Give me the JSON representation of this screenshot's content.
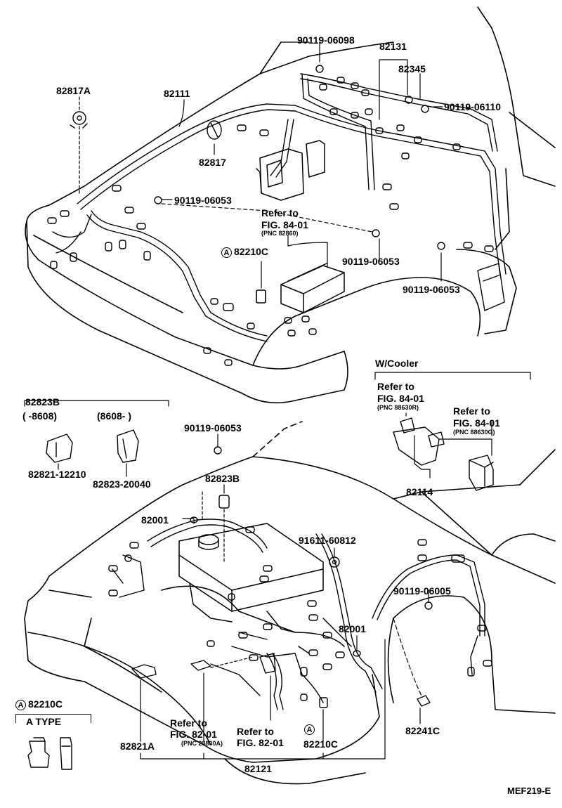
{
  "labels": {
    "p_82817A": "82817A",
    "p_82111": "82111",
    "p_90119_06098": "90119-06098",
    "p_82131": "82131",
    "p_82345": "82345",
    "p_90119_06110": "90119-06110",
    "p_82817": "82817",
    "p_90119_06053_a": "90119-06053",
    "refer_top_1": "Refer to",
    "refer_top_2": "FIG. 84-01",
    "refer_top_pnc": "(PNC 82860)",
    "circle_a": "A",
    "p_82210C_top": "82210C",
    "p_90119_06053_b": "90119-06053",
    "p_90119_06053_c": "90119-06053",
    "wcooler": "W/Cooler",
    "refer_c1_1": "Refer to",
    "refer_c1_2": "FIG. 84-01",
    "refer_c1_pnc": "(PNC 88630R)",
    "refer_c2_1": "Refer to",
    "refer_c2_2": "FIG. 84-01",
    "refer_c2_pnc": "(PNC 88630G)",
    "p_82114": "82114",
    "p_82823B_group": "82823B",
    "range_a": "( -8608)",
    "range_b": "(8608- )",
    "p_82821_12210": "82821-12210",
    "p_82823_20040": "82823-20040",
    "p_90119_06053_d": "90119-06053",
    "p_82823B": "82823B",
    "p_82001_a": "82001",
    "p_91611_60812": "91611-60812",
    "p_90119_06005": "90119-06005",
    "p_82001_b": "82001",
    "p_82210C_legend": "82210C",
    "a_type": "A TYPE",
    "refer_b1_1": "Refer to",
    "refer_b1_2": "FIG. 82-01",
    "refer_b1_pnc": "(PNC 28800A)",
    "refer_b2_1": "Refer to",
    "refer_b2_2": "FIG. 82-01",
    "p_82821A": "82821A",
    "p_82210C_bottom": "82210C",
    "p_82241C": "82241C",
    "p_82121": "82121",
    "code": "MEF219-E"
  }
}
